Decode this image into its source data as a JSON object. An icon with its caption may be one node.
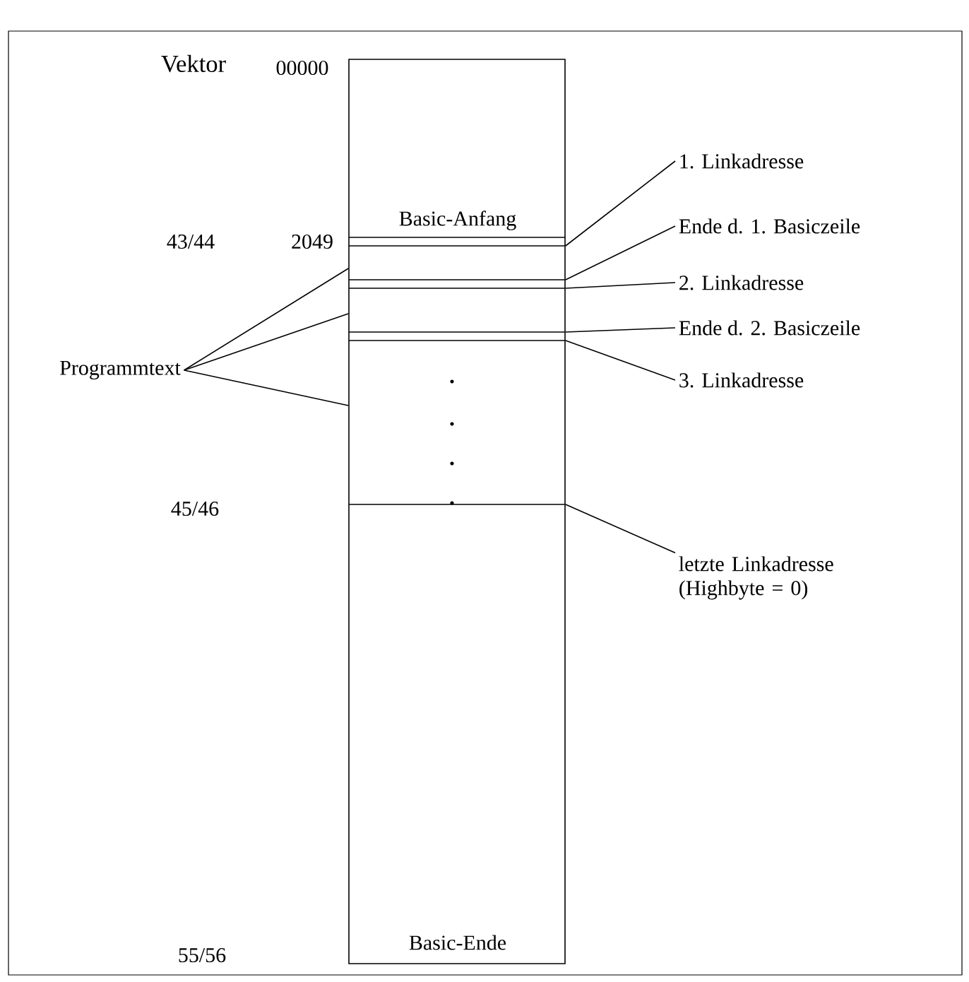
{
  "diagram": {
    "nodes": [
      {
        "text": [
          "Basic-Anfang",
          "Basic-Ende"
        ]
      },
      {
        "text": [
          "1. Linkadresse"
        ]
      },
      {
        "text": [
          "Ende d. 1. Basiczeile"
        ]
      },
      {
        "text": [
          "2. Linkadresse"
        ]
      },
      {
        "text": [
          "Ende d. 2. Basiczeile"
        ]
      },
      {
        "text": [
          "3. Linkadresse"
        ]
      },
      {
        "text": [
          "letzte Linkadresse (Highbyte = 0)"
        ]
      },
      {
        "text": [
          "Programmtext"
        ]
      }
    ],
    "edges": [
      {
        "from": 1,
        "to": 0,
        "arrow": "none"
      },
      {
        "from": 2,
        "to": 0,
        "arrow": "none"
      },
      {
        "from": 3,
        "to": 0,
        "arrow": "none"
      },
      {
        "from": 4,
        "to": 0,
        "arrow": "none"
      },
      {
        "from": 5,
        "to": 0,
        "arrow": "none"
      },
      {
        "from": 6,
        "to": 0,
        "arrow": "none"
      },
      {
        "from": 7,
        "to": 0,
        "arrow": "none"
      },
      {
        "from": 7,
        "to": 0,
        "arrow": "none"
      },
      {
        "from": 7,
        "to": 0,
        "arrow": "none"
      }
    ],
    "labels": [
      "Vektor",
      "00000",
      "43/44",
      "2049",
      "45/46",
      "55/56"
    ]
  }
}
